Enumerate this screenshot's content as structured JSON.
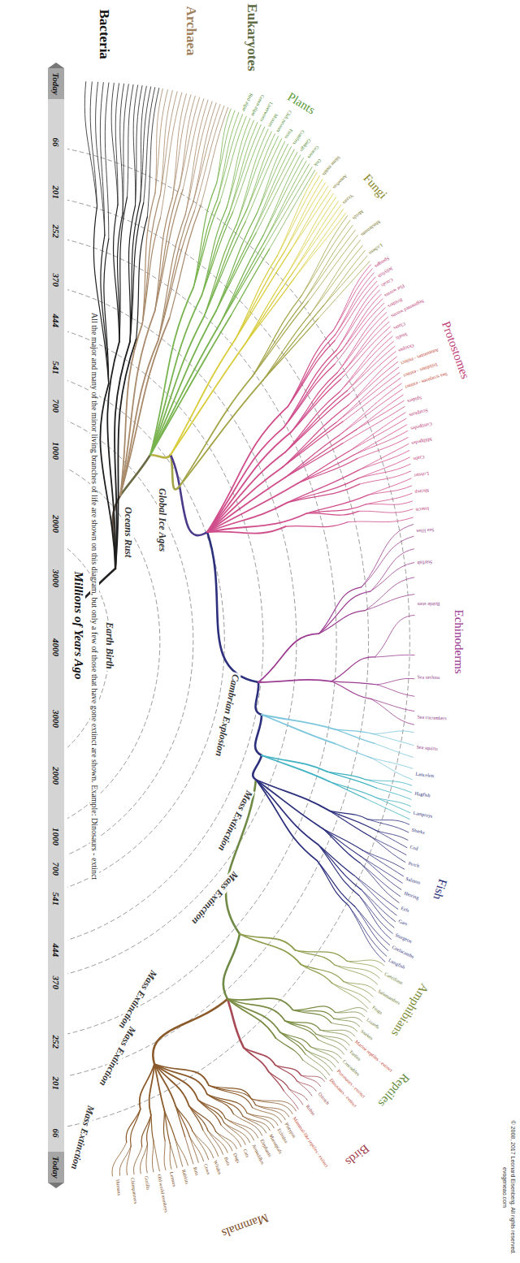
{
  "diagram": {
    "caption": "All the major and many of the minor living branches of life are shown on this diagram, but only a few of those that have gone extinct are shown. Example: Dinosaurs - extinct",
    "labels": [
      "Eukaryotes",
      "Archaea",
      "Bacteria",
      "Plants",
      "Fungi",
      "Protostomes",
      "Echinoderms",
      "Fish",
      "Amphibians",
      "Reptiles",
      "Birds",
      "Mammals",
      "Today",
      "66",
      "201",
      "252",
      "370",
      "444",
      "541",
      "700",
      "1000",
      "2000",
      "3000",
      "4000",
      "3000",
      "2000",
      "1000",
      "700",
      "541",
      "444",
      "370",
      "252",
      "201",
      "66",
      "Today",
      "Millions of Years Ago",
      "Global Ice Ages",
      "Oceans Rust",
      "Earth Birth",
      "Cambrian Explosion",
      "Mass Extinction",
      "Mass Extinction",
      "Mass Extinction",
      "Mass Extinction",
      "Mass Extinction",
      "Red algae",
      "Green algae",
      "Liverworts",
      "Mosses",
      "Club mosses",
      "Ferns",
      "Conifers",
      "Ginkgo",
      "Grasses",
      "Oak",
      "Slime molds",
      "Amoebas",
      "Yeasts",
      "Molds",
      "Mushrooms",
      "Lichens",
      "Sponges",
      "Jellyfish",
      "Corals",
      "Flat worms",
      "Rotifers",
      "Segmented worms",
      "Clams",
      "Snails",
      "Octopus",
      "Ammonites - extinct",
      "Trilobites - extinct",
      "Sea scorpions - extinct",
      "Spiders",
      "Scorpions",
      "Centipedes",
      "Millipedes",
      "Crabs",
      "Lobster",
      "Shrimp",
      "Insects",
      "Sea lilies",
      "Starfish",
      "Brittle stars",
      "Sea urchins",
      "Sea cucumbers",
      "Sea squirts",
      "Lancelets",
      "Hagfish",
      "Lampreys",
      "Sharks",
      "Cod",
      "Perch",
      "Salmon",
      "Herring",
      "Eels",
      "Gars",
      "Sturgeon",
      "Coelacanths",
      "Lungfish",
      "Caecilians",
      "Salamanders",
      "Frogs",
      "Lizards",
      "Snakes",
      "Marine reptiles - extinct",
      "Turtles",
      "Crocodiles",
      "Pterosaurs - extinct",
      "Dinosaurs - extinct",
      "Ostrich",
      "Robin",
      "Mammal-like reptiles - extinct",
      "Platypus",
      "Echidna",
      "Marsupials",
      "Elephants",
      "Armadillos",
      "Cats",
      "Dogs",
      "Bats",
      "Whales",
      "Cows",
      "Rats",
      "Rabbits",
      "Lemurs",
      "Old world monkeys",
      "Gorilla",
      "Chimpanzees",
      "Humans",
      "© 2008, 2017 Leonard Eisenberg. All rights reserved.",
      "evogeneao.com"
    ]
  }
}
